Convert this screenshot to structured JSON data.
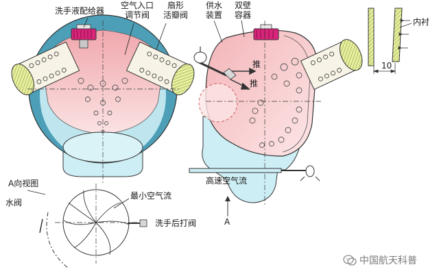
{
  "labels": {
    "soap_dispenser": "洗手液配给器",
    "air_inlet_valve": "空气入口\n调节阀",
    "fan_valve": "扇形\n活瓣阀",
    "water_supply": "供水\n装置",
    "double_wall": "双壁\n容器",
    "liner": "内衬",
    "dim_10": "10",
    "push_1": "推",
    "push_2": "推",
    "high_speed_airflow": "高速空气流",
    "arrow_a": "A",
    "view_a": "A向视图",
    "water_valve": "水阀",
    "min_airflow": "最小空气流",
    "post_wash_valve": "洗手后打阀"
  },
  "watermark": "中国航天科普",
  "colors": {
    "pink": "#f6c9c9",
    "blue": "#bfe6ef",
    "teal": "#4c9fb7",
    "yellow": "#eaf09a",
    "magenta": "#d8247a"
  }
}
